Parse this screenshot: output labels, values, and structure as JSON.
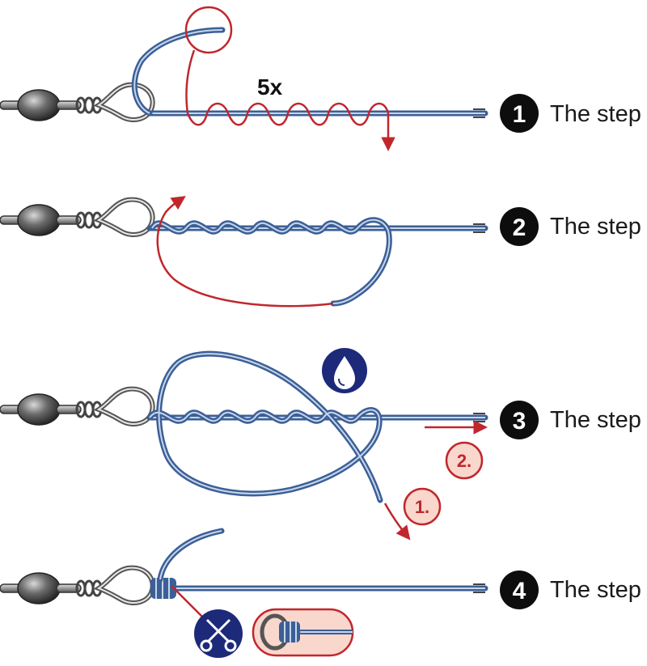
{
  "steps": [
    {
      "number": "1",
      "label": "The step"
    },
    {
      "number": "2",
      "label": "The step"
    },
    {
      "number": "3",
      "label": "The step"
    },
    {
      "number": "4",
      "label": "The step"
    }
  ],
  "wrap_count": "5x",
  "pull_order": {
    "first": "1.",
    "second": "2."
  },
  "icons": {
    "wet": "water-drop-icon",
    "cut": "scissors-icon"
  },
  "colors": {
    "line": "#3c5f96",
    "line_highlight": "#c6d6ec",
    "direction": "#c0272d",
    "badge": "#1d2a7a",
    "order_badge": "#f9d7cd",
    "step_badge": "#0d0d0d"
  }
}
